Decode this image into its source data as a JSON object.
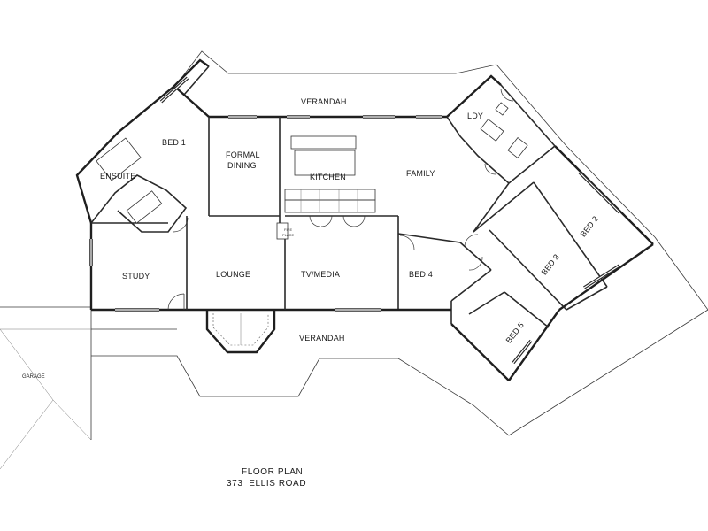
{
  "drawing": {
    "title_line1": "FLOOR PLAN",
    "title_line2": "373  ELLIS ROAD"
  },
  "rooms": {
    "verandah_top": "VERANDAH",
    "bed1": "BED 1",
    "formal_dining_1": "FORMAL",
    "formal_dining_2": "DINING",
    "kitchen": "KITCHEN",
    "family": "FAMILY",
    "ldy": "LDY",
    "ensuite": "ENSUITE",
    "bed2": "BED 2",
    "bed3": "BED 3",
    "study": "STUDY",
    "lounge": "LOUNGE",
    "tv_media": "TV/MEDIA",
    "bed4": "BED 4",
    "bed5": "BED 5",
    "verandah_bottom": "VERANDAH",
    "garage": "GARAGE",
    "fireplace_1": "FIRE",
    "fireplace_2": "PLACE"
  }
}
